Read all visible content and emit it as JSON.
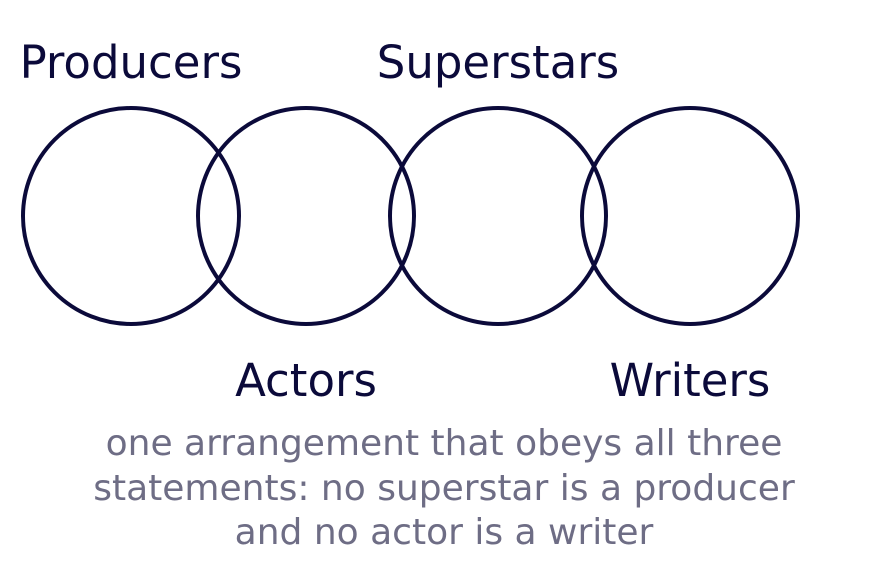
{
  "diagram": {
    "sets": [
      {
        "label": "Producers"
      },
      {
        "label": "Actors"
      },
      {
        "label": "Superstars"
      },
      {
        "label": "Writers"
      }
    ],
    "caption": [
      "one arrangement that obeys all three",
      "statements: no superstar is a producer",
      "and no actor is a writer"
    ],
    "colors": {
      "outline": "#0b0a3a",
      "label": "#0b0a3a",
      "caption": "#6e6d85",
      "background": "#ffffff"
    }
  }
}
